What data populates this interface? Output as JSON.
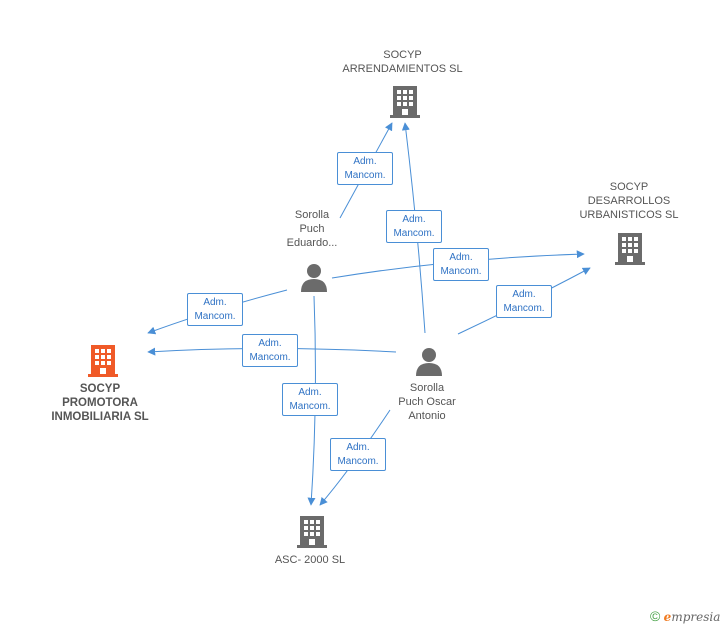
{
  "colors": {
    "edge": "#4a8fd6",
    "company_icon": "#6b6b6b",
    "main_company_icon": "#f05a28",
    "person_icon": "#6b6b6b",
    "badge_text": "#2f72c4"
  },
  "nodes": {
    "socyp_arrendamientos": {
      "label": "SOCYP\nARRENDAMIENTOS SL",
      "icon": "building-icon"
    },
    "socyp_desarrollos": {
      "label": "SOCYP\nDESARROLLOS\nURBANISTICOS SL",
      "icon": "building-icon"
    },
    "socyp_promotora": {
      "label": "SOCYP\nPROMOTORA\nINMOBILIARIA SL",
      "icon": "building-icon"
    },
    "asc_2000": {
      "label": "ASC- 2000 SL",
      "icon": "building-icon"
    },
    "sorolla_eduardo": {
      "label": "Sorolla\nPuch\nEduardo...",
      "icon": "person-icon"
    },
    "sorolla_oscar": {
      "label": "Sorolla\nPuch Oscar\nAntonio",
      "icon": "person-icon"
    }
  },
  "edges": [
    {
      "from": "sorolla_eduardo",
      "to": "socyp_arrendamientos",
      "label": "Adm.\nMancom."
    },
    {
      "from": "sorolla_oscar",
      "to": "socyp_arrendamientos",
      "label": "Adm.\nMancom."
    },
    {
      "from": "sorolla_eduardo",
      "to": "socyp_desarrollos",
      "label": "Adm.\nMancom."
    },
    {
      "from": "sorolla_oscar",
      "to": "socyp_desarrollos",
      "label": "Adm.\nMancom."
    },
    {
      "from": "sorolla_eduardo",
      "to": "socyp_promotora",
      "label": "Adm.\nMancom."
    },
    {
      "from": "sorolla_oscar",
      "to": "socyp_promotora",
      "label": "Adm.\nMancom."
    },
    {
      "from": "sorolla_eduardo",
      "to": "asc_2000",
      "label": "Adm.\nMancom."
    },
    {
      "from": "sorolla_oscar",
      "to": "asc_2000",
      "label": "Adm.\nMancom."
    }
  ],
  "footer": {
    "copyright_symbol": "©",
    "brand_initial": "e",
    "brand_rest": "mpresia"
  }
}
